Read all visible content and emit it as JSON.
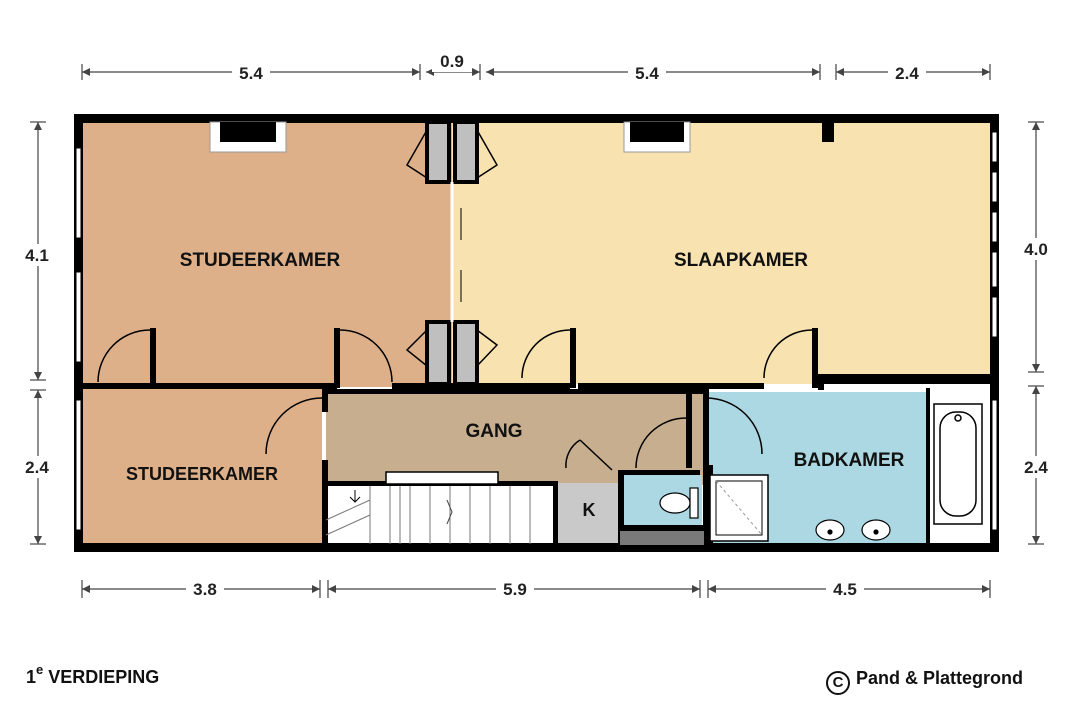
{
  "dimensions": {
    "top": [
      "5.4",
      "0.9",
      "5.4",
      "2.4"
    ],
    "bottom": [
      "3.8",
      "5.9",
      "4.5"
    ],
    "left": [
      "4.1",
      "2.4"
    ],
    "right": [
      "4.0",
      "2.4"
    ]
  },
  "rooms": {
    "studeerkamer_1": "STUDEERKAMER",
    "slaapkamer": "SLAAPKAMER",
    "gang": "GANG",
    "studeerkamer_2": "STUDEERKAMER",
    "badkamer": "BADKAMER",
    "kast": "K"
  },
  "colors": {
    "studeerkamer": "#DDB08A",
    "slaapkamer": "#F8E2AF",
    "gang": "#C6AE8E",
    "badkamer": "#ABD8E2",
    "kast": "#C9C9C9",
    "wall": "#000000"
  },
  "footer": {
    "floor_number": "1",
    "floor_superscript": "e",
    "floor_word": "VERDIEPING",
    "copyright_symbol": "C",
    "credit": "Pand & Plattegrond"
  }
}
